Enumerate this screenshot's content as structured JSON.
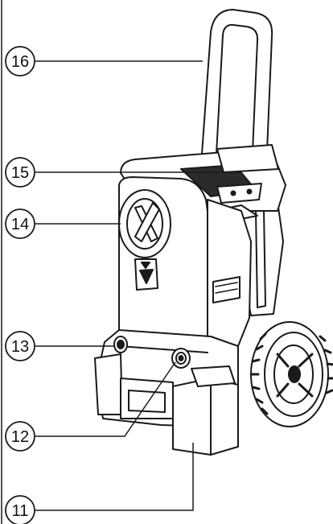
{
  "diagram": {
    "subject": "pressure-washer",
    "line_color": "#1a1a1a",
    "body_fill": "#ffffff",
    "grille_fill": "#2b2b2b",
    "callouts": [
      {
        "id": "handle",
        "number": "16"
      },
      {
        "id": "hose-holder",
        "number": "15"
      },
      {
        "id": "gauge",
        "number": "14"
      },
      {
        "id": "water-inlet",
        "number": "13"
      },
      {
        "id": "high-pressure-outlet",
        "number": "12"
      },
      {
        "id": "front-storage",
        "number": "11"
      }
    ]
  }
}
